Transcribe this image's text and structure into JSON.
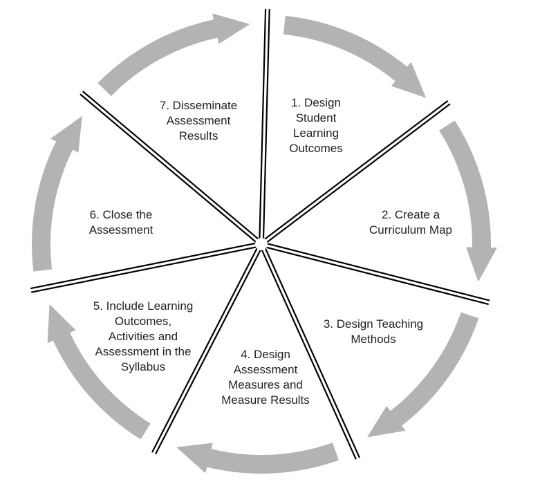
{
  "diagram": {
    "ring_color": "#b3b3b3",
    "divider_color": "#000000",
    "background": "#ffffff",
    "steps": [
      {
        "lines": [
          "1. Design",
          "Student",
          "Learning",
          "Outcomes"
        ]
      },
      {
        "lines": [
          "2. Create a",
          "Curriculum Map"
        ]
      },
      {
        "lines": [
          "3. Design Teaching",
          "Methods"
        ]
      },
      {
        "lines": [
          "4. Design",
          "Assessment",
          "Measures and",
          "Measure Results"
        ]
      },
      {
        "lines": [
          "5. Include Learning",
          "Outcomes,",
          "Activities and",
          "Assessment in the",
          "Syllabus"
        ]
      },
      {
        "lines": [
          "6. Close the",
          "Assessment"
        ]
      },
      {
        "lines": [
          "7. Disseminate",
          "Assessment",
          "Results"
        ]
      }
    ]
  }
}
